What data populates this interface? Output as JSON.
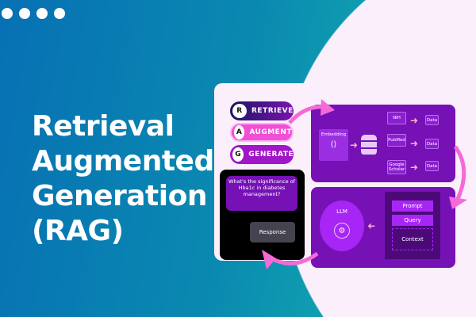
{
  "title_lines": [
    "Retrieval",
    "Augmented",
    "Generation",
    "(RAG)"
  ],
  "rag_steps": [
    {
      "letter": "R",
      "label": "RETRIEVE"
    },
    {
      "letter": "A",
      "label": "AUGMENT"
    },
    {
      "letter": "G",
      "label": "GENERATE"
    }
  ],
  "retrieve": {
    "embedding": "Embedding",
    "sources": [
      "NIH",
      "PubMed",
      "Google Scholar"
    ],
    "data": "Data"
  },
  "generate": {
    "llm": "LLM",
    "prompt": "Prompt",
    "query": "Query",
    "context": "Context"
  },
  "chat": {
    "question": "What's the significance of Hba1c in diabetes management?",
    "response": "Response"
  },
  "colors": {
    "purple": "#7511b5",
    "pink": "#f04fd6",
    "bg_blue": "#0770b4",
    "card": "#fbeffb"
  }
}
